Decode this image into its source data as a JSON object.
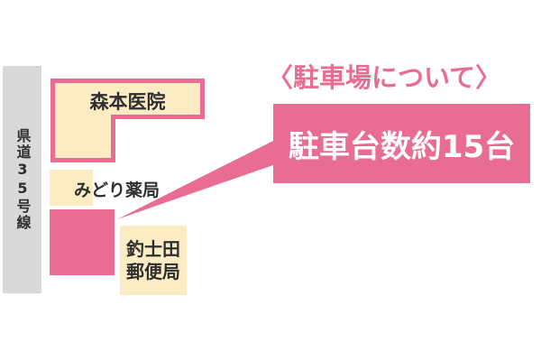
{
  "title": "〈駐車場について〉",
  "callout": {
    "label": "駐車台数約15台"
  },
  "road": {
    "label": "県道35号線"
  },
  "buildings": {
    "clinic": {
      "label": "森本医院"
    },
    "pharmacy": {
      "label": "みどり薬局"
    },
    "post_office": {
      "label": "釣士田\n郵便局"
    }
  },
  "colors": {
    "accent_pink": "#e96d92",
    "building_cream": "#fbecc3",
    "road_gray": "#d9d9d9",
    "text_ink": "#2f2f2f",
    "callout_text": "#ffffff"
  }
}
